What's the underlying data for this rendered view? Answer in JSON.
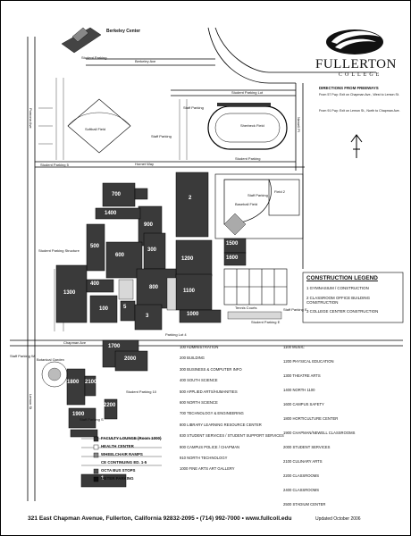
{
  "logo": {
    "word": "FULLERTON",
    "sub": "COLLEGE"
  },
  "directions": {
    "heading": "DIRECTIONS FROM FREEWAYS",
    "line1": "From 57 Fwy: Exit on Chapman Ave., West to Lemon St.",
    "line2": "From 91 Fwy: Exit on Lemon St., North to Chapman Ave."
  },
  "places": {
    "berkeley_center": "Berkeley Center",
    "student_parking_top": "Student Parking",
    "student_parking_upper": "Student Parking Lot",
    "student_parking_mid": "Student Parking",
    "student_parking_lot5": "Student Parking 5",
    "staff_parking_a": "Staff Parking",
    "staff_parking_b": "Staff Parking",
    "student_parking_west": "Student Parking Structure",
    "student_parking_lot10": "Student Parking 10",
    "student_parking_e": "Student Parking E",
    "staff_parking_e": "Staff Parking E",
    "softball": "Softball Field",
    "baseball": "Baseball Field",
    "stadium": "Sherbeck Field",
    "tennis": "Tennis Courts",
    "field_2": "Field 2",
    "garden": "Botanical Garden",
    "staff_parking_south": "Staff Parking S",
    "staff_parking_sw": "Staff Parking W",
    "pool_lot": "Staff Parking",
    "parking_lot4": "Parking Lot 4"
  },
  "streets": {
    "chapman": "Chapman Ave",
    "lemon": "Lemon St",
    "berkeley": "Berkeley Ave",
    "hornet": "Hornet Way",
    "newell": "Newell Pl",
    "pomona": "Pomona Ave"
  },
  "buildings": {
    "b700": "700",
    "b900": "900",
    "b1400": "1400",
    "b500": "500",
    "b600": "600",
    "b300": "300",
    "b800": "800",
    "b1300": "1300",
    "b1000": "1000",
    "b1500": "1500",
    "b100": "100",
    "b400": "400",
    "b1100": "1100",
    "b1200": "1200",
    "b2": "2",
    "b3": "3",
    "b1700": "1700",
    "b1800": "1800",
    "b1900": "1900",
    "b2000": "2000",
    "b2100": "2100",
    "b2200": "2200",
    "b5": "5",
    "b1": "1",
    "b1600": "1600"
  },
  "buildings_list_left": [
    "100 ADMINISTRATION",
    "200 BUILDING",
    "300 BUSINESS & COMPUTER INFO",
    "400 SOUTH SCIENCE",
    "500 APPLIED ARTS/HUMANITIES",
    "600 NORTH SCIENCE",
    "700 TECHNOLOGY & ENGINEERING",
    "800 LIBRARY LEARNING RESOURCE CENTER",
    "830 STUDENT SERVICES / STUDENT SUPPORT SERVICES",
    "900 CAMPUS POLICE / CHAPMAN",
    "910 NORTH TECHNOLOGY",
    "1000 FINE ARTS ART GALLERY"
  ],
  "buildings_list_right": [
    "1100 MUSIC",
    "1200 PHYSICAL EDUCATION",
    "1300 THEATRE ARTS",
    "1400 NORTH 1100",
    "1600 CAMPUS SAFETY",
    "1800 HORTICULTURE CENTER",
    "1900 CHAPMAN/NEWELL CLASSROOMS",
    "2000 STUDENT SERVICES",
    "2100 CULINARY ARTS",
    "2200 CLASSROOMS",
    "2400 CLASSROOMS",
    "2500 STADIUM CENTER"
  ],
  "legend": [
    {
      "label": "FACULTY LOUNGE (Room 1000)",
      "color": "#333333"
    },
    {
      "label": "HEALTH CENTER",
      "color": "#ffffff"
    },
    {
      "label": "WHEELCHAIR RAMPS",
      "color": "#888888"
    },
    {
      "label": "OCTA BUS STOPS",
      "color": "#555555"
    },
    {
      "label": "METER PARKING",
      "color": "#111111"
    }
  ],
  "legend_extra": "CE CONTINUING ED. 1-5",
  "construction": {
    "title": "CONSTRUCTION LEGEND",
    "items": [
      "1 GYMNASIUM / CONSTRUCTION",
      "2 CLASSROOM OFFICE BUILDING CONSTRUCTION",
      "3 COLLEGE CENTER CONSTRUCTION"
    ]
  },
  "footer": "321 East Chapman Avenue, Fullerton, California 92832-2095  •  (714) 992-7000  •  www.fullcoll.edu",
  "updated": "Updated October 2006"
}
